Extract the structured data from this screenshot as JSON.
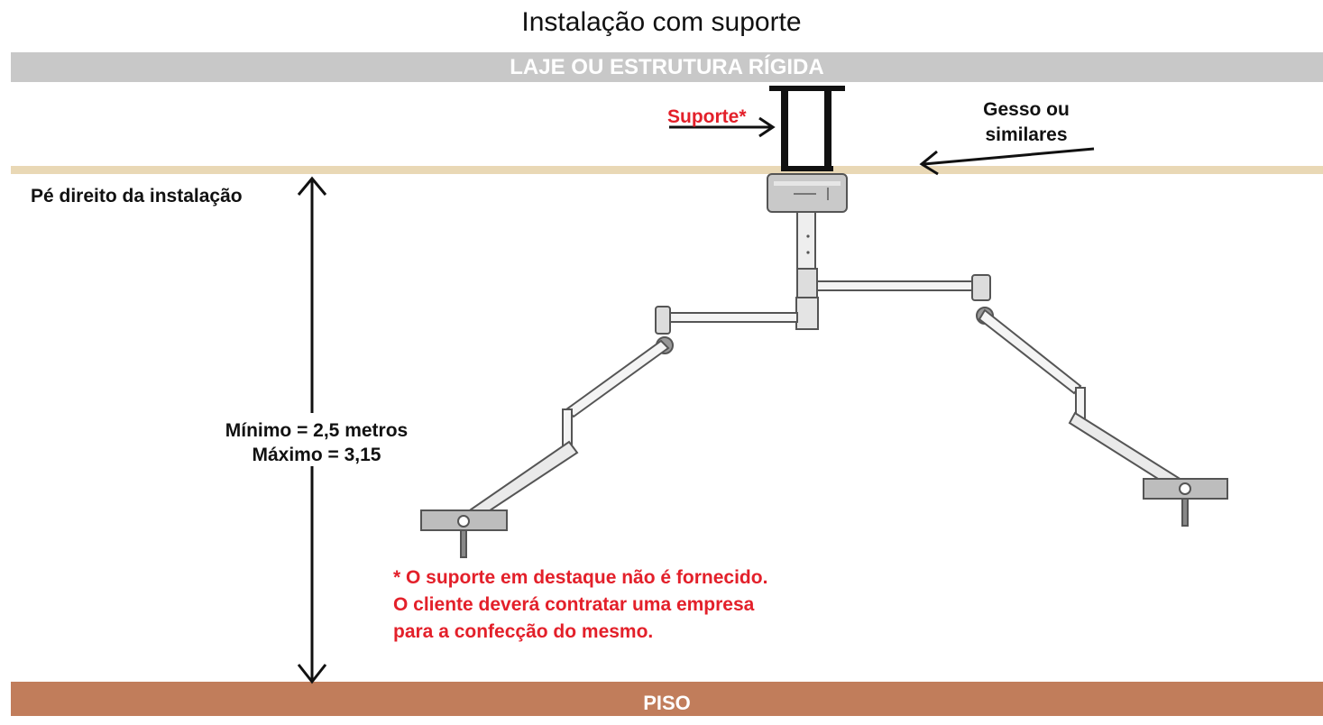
{
  "title": "Instalação com suporte",
  "ceiling_label": "LAJE OU ESTRUTURA RÍGIDA",
  "floor_label": "PISO",
  "support_label": "Suporte*",
  "plaster_label_line1": "Gesso ou",
  "plaster_label_line2": "similares",
  "height_label": "Pé direito da instalação",
  "min_label": "Mínimo = 2,5 metros",
  "max_label": "Máximo = 3,15",
  "note_line1": "* O suporte em destaque não é fornecido.",
  "note_line2": "O cliente deverá contratar uma empresa",
  "note_line3": "para a confecção do mesmo.",
  "colors": {
    "ceiling": "#c8c8c8",
    "plaster": "#e9d8b5",
    "floor": "#c17d5b",
    "note_red": "#e3202a"
  }
}
